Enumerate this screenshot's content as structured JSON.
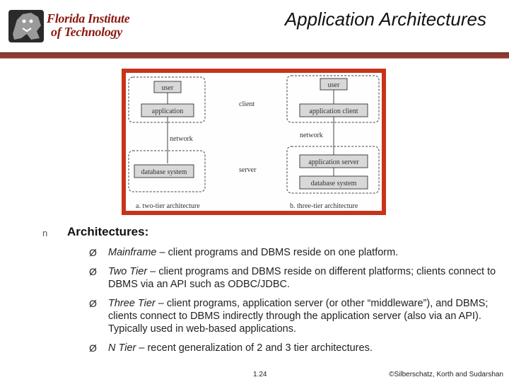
{
  "header": {
    "title": "Application Architectures",
    "logo_line1": "Florida Institute",
    "logo_line2": "of Technology"
  },
  "figure": {
    "two_tier": {
      "user": "user",
      "application": "application",
      "network": "network",
      "database": "database system",
      "caption": "a.  two-tier architecture"
    },
    "three_tier": {
      "user": "user",
      "application_client": "application client",
      "network": "network",
      "application_server": "application server",
      "database": "database system",
      "caption": "b.  three-tier architecture"
    },
    "client_label": "client",
    "server_label": "server"
  },
  "content": {
    "marker": "n",
    "heading": "Architectures:",
    "items": [
      {
        "term": "Mainframe",
        "text": " – client programs and DBMS reside on one platform."
      },
      {
        "term": "Two Tier",
        "text": " – client programs and DBMS reside on different platforms; clients connect to DBMS via an API such as ODBC/JDBC."
      },
      {
        "term": "Three Tier",
        "text": " – client programs, application server (or other “middleware”), and DBMS; clients connect to DBMS indirectly through the application server (also via an API). Typically used in web-based applications."
      },
      {
        "term": "N Tier",
        "text": " – recent generalization of 2 and 3 tier architectures."
      }
    ],
    "bullet_arrow": "Ø"
  },
  "footer": {
    "page": "1.24",
    "copyright": "©Silberschatz, Korth and Sudarshan"
  },
  "colors": {
    "brand_red": "#8a1a12",
    "rule": "#8e3a2e",
    "figure_frame": "#c7341a"
  }
}
